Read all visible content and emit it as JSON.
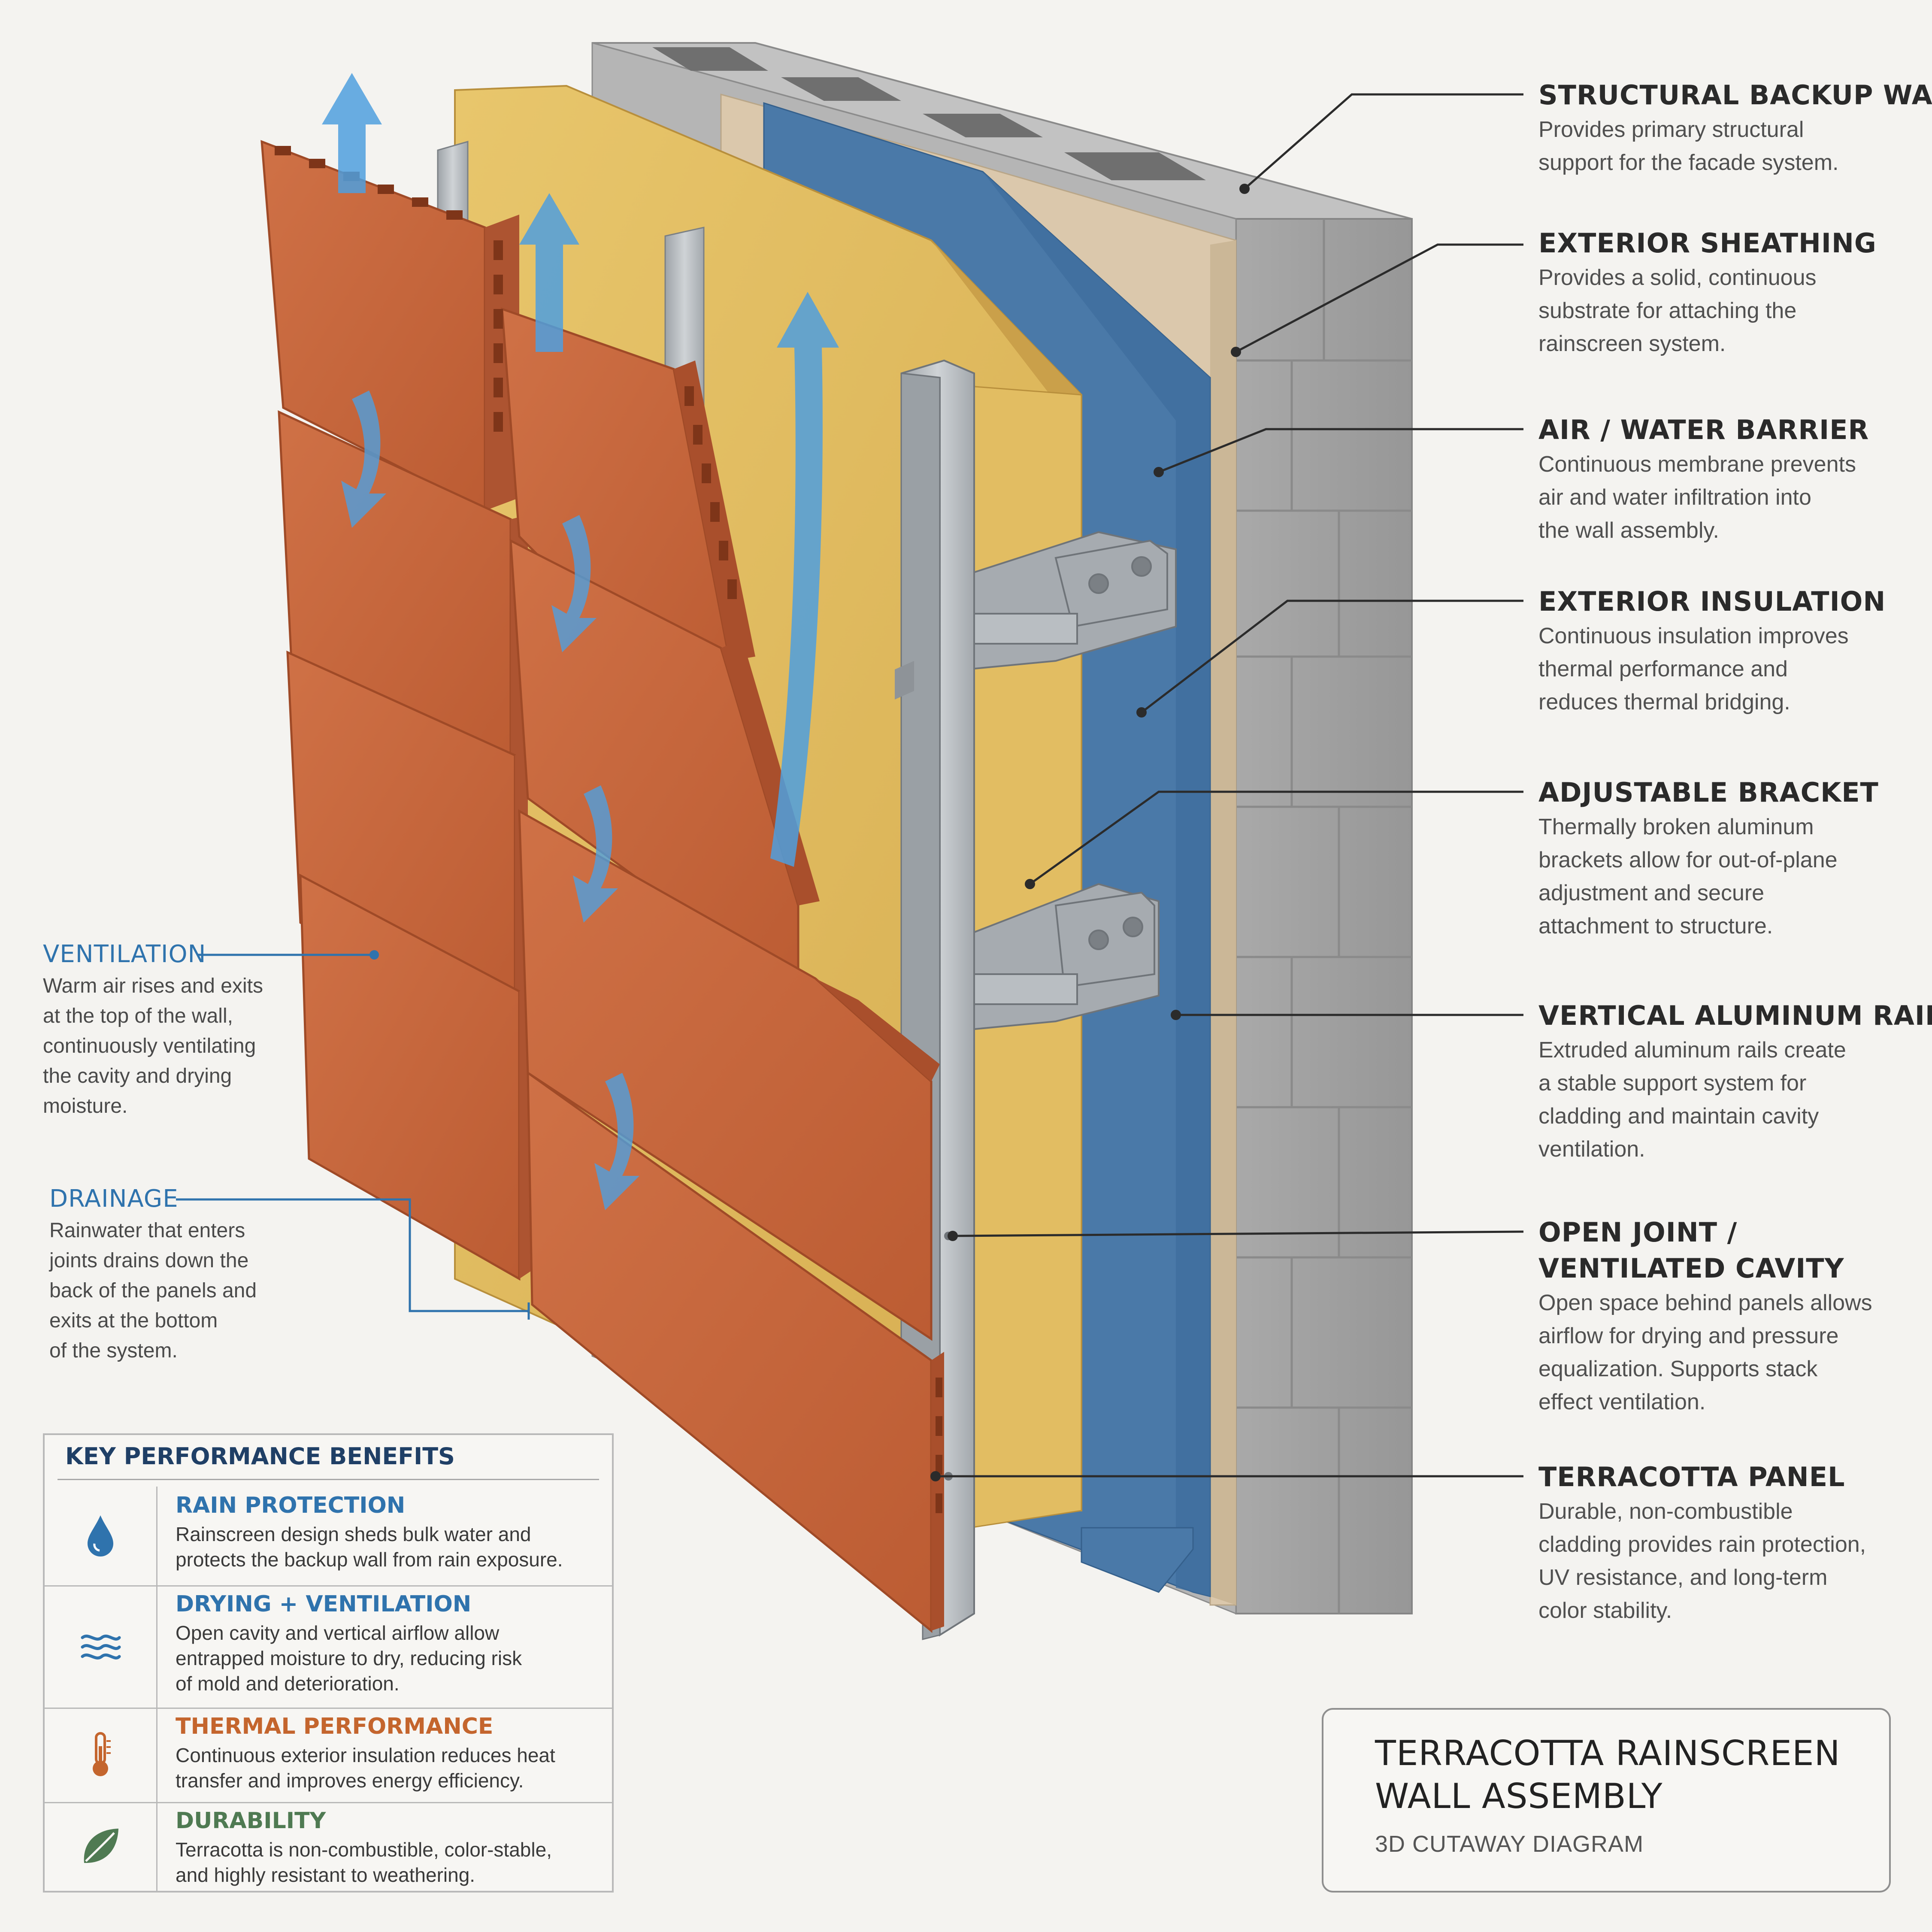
{
  "diagram": {
    "title_line1": "TERRACOTTA RAINSCREEN",
    "title_line2": "WALL ASSEMBLY",
    "subtitle": "3D CUTAWAY DIAGRAM"
  },
  "callouts": [
    {
      "id": "structural-backup-wall",
      "title": "STRUCTURAL BACKUP WALL",
      "lines": [
        "Provides primary structural",
        "support for the facade system."
      ]
    },
    {
      "id": "exterior-sheathing",
      "title": "EXTERIOR SHEATHING",
      "lines": [
        "Provides a solid, continuous",
        "substrate for attaching the",
        "rainscreen system."
      ]
    },
    {
      "id": "air-water-barrier",
      "title": "AIR / WATER BARRIER",
      "lines": [
        "Continuous membrane prevents",
        "air and water infiltration into",
        "the wall assembly."
      ]
    },
    {
      "id": "exterior-insulation",
      "title": "EXTERIOR INSULATION",
      "lines": [
        "Continuous insulation improves",
        "thermal performance and",
        "reduces thermal bridging."
      ]
    },
    {
      "id": "adjustable-bracket",
      "title": "ADJUSTABLE BRACKET",
      "lines": [
        "Thermally broken aluminum",
        "brackets allow for out-of-plane",
        "adjustment and secure",
        "attachment to structure."
      ]
    },
    {
      "id": "vertical-aluminum-rail",
      "title": "VERTICAL ALUMINUM RAIL",
      "lines": [
        "Extruded aluminum rails create",
        "a stable support system for",
        "cladding and maintain cavity",
        "ventilation."
      ]
    },
    {
      "id": "open-joint-ventilated-cavity",
      "title": "OPEN JOINT /",
      "title2": "VENTILATED CAVITY",
      "lines": [
        "Open space behind panels allows",
        "airflow for drying and pressure",
        "equalization. Supports stack",
        "effect ventilation."
      ]
    },
    {
      "id": "terracotta-panel",
      "title": "TERRACOTTA PANEL",
      "lines": [
        "Durable, non-combustible",
        "cladding provides rain protection,",
        "UV resistance, and long-term",
        "color stability."
      ]
    }
  ],
  "left_callouts": [
    {
      "id": "ventilation",
      "title": "VENTILATION",
      "lines": [
        "Warm air rises and exits",
        "at the top of the wall,",
        "continuously ventilating",
        "the cavity and drying",
        "moisture."
      ]
    },
    {
      "id": "drainage",
      "title": "DRAINAGE",
      "lines": [
        "Rainwater that enters",
        "joints drains down the",
        "back of the panels and",
        "exits at the bottom",
        "of the system."
      ]
    }
  ],
  "benefits": {
    "heading": "KEY PERFORMANCE BENEFITS",
    "items": [
      {
        "icon": "water-drop-icon",
        "title": "RAIN PROTECTION",
        "color": "#2f73ad",
        "lines": [
          "Rainscreen design sheds bulk water and",
          "protects the backup wall from rain exposure."
        ]
      },
      {
        "icon": "airflow-waves-icon",
        "title": "DRYING + VENTILATION",
        "color": "#2f73ad",
        "lines": [
          "Open cavity and vertical airflow allow",
          "entrapped moisture to dry, reducing risk",
          "of mold and deterioration."
        ]
      },
      {
        "icon": "thermometer-icon",
        "title": "THERMAL PERFORMANCE",
        "color": "#c4652d",
        "lines": [
          "Continuous exterior insulation reduces heat",
          "transfer and improves energy efficiency."
        ]
      },
      {
        "icon": "leaf-icon",
        "title": "DURABILITY",
        "color": "#4f7a52",
        "lines": [
          "Terracotta is non-combustible, color-stable,",
          "and highly resistant to weathering."
        ]
      }
    ]
  },
  "colors": {
    "terracotta": "#c8683d",
    "insulation": "#e1bc62",
    "barrier": "#4a79a8",
    "sheathing": "#dcc9ad",
    "masonry": "#a4a4a4",
    "rail": "#b3b7bb",
    "airflow": "#4f9fde"
  }
}
